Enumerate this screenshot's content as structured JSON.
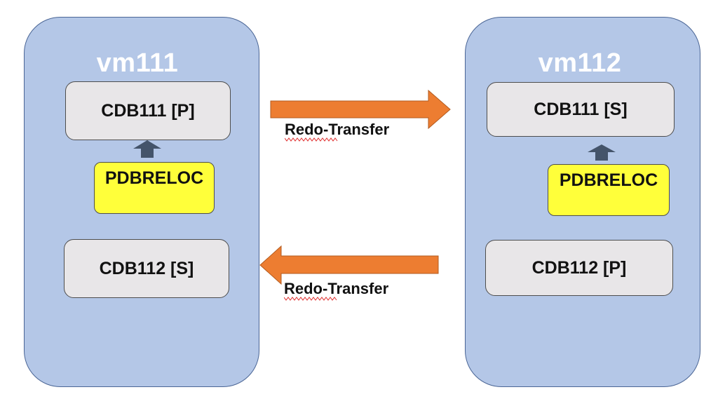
{
  "vm_left": {
    "title": "vm111",
    "primary_cdb": "CDB111 [P]",
    "pdb": "PDBRELOC",
    "standby_cdb": "CDB112 [S]"
  },
  "vm_right": {
    "title": "vm112",
    "standby_cdb": "CDB111 [S]",
    "pdb": "PDBRELOC",
    "primary_cdb": "CDB112 [P]"
  },
  "transfers": {
    "top_label": "Redo-Transfer",
    "bottom_label": "Redo-Transfer"
  },
  "colors": {
    "vm_fill": "#b4c7e7",
    "cdb_fill": "#e8e6e8",
    "pdb_fill": "#ffff3a",
    "arrow_fill": "#ed7d31",
    "up_arrow_fill": "#44546a"
  }
}
